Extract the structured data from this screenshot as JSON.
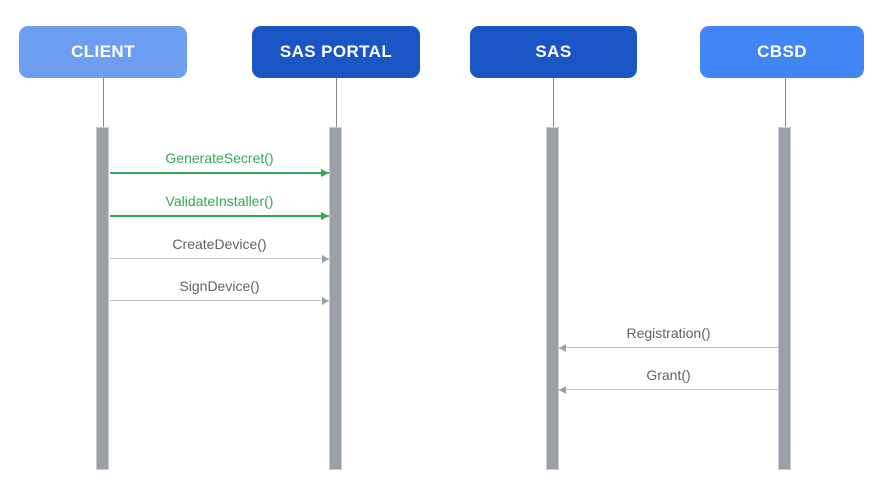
{
  "diagram_type": "sequence",
  "actors": [
    {
      "id": "client",
      "label": "CLIENT",
      "color": "#6D9EF1"
    },
    {
      "id": "sas-portal",
      "label": "SAS PORTAL",
      "color": "#1955C4"
    },
    {
      "id": "sas",
      "label": "SAS",
      "color": "#1955C4"
    },
    {
      "id": "cbsd",
      "label": "CBSD",
      "color": "#4285F4"
    }
  ],
  "messages": [
    {
      "label": "GenerateSecret()",
      "from": "client",
      "to": "sas-portal",
      "direction": "right",
      "color": "#34A853"
    },
    {
      "label": "ValidateInstaller()",
      "from": "client",
      "to": "sas-portal",
      "direction": "right",
      "color": "#34A853"
    },
    {
      "label": "CreateDevice()",
      "from": "client",
      "to": "sas-portal",
      "direction": "right",
      "color": "#9AA0A6"
    },
    {
      "label": "SignDevice()",
      "from": "client",
      "to": "sas-portal",
      "direction": "right",
      "color": "#9AA0A6"
    },
    {
      "label": "Registration()",
      "from": "cbsd",
      "to": "sas",
      "direction": "left",
      "color": "#9AA0A6"
    },
    {
      "label": "Grant()",
      "from": "cbsd",
      "to": "sas",
      "direction": "left",
      "color": "#9AA0A6"
    }
  ],
  "colors": {
    "actor_light_blue": "#6D9EF1",
    "actor_dark_blue": "#1955C4",
    "actor_blue": "#4285F4",
    "message_green": "#34A853",
    "message_gray_text": "#5F6368",
    "lifeline_gray": "#9AA0A6",
    "background": "#FFFFFF"
  }
}
